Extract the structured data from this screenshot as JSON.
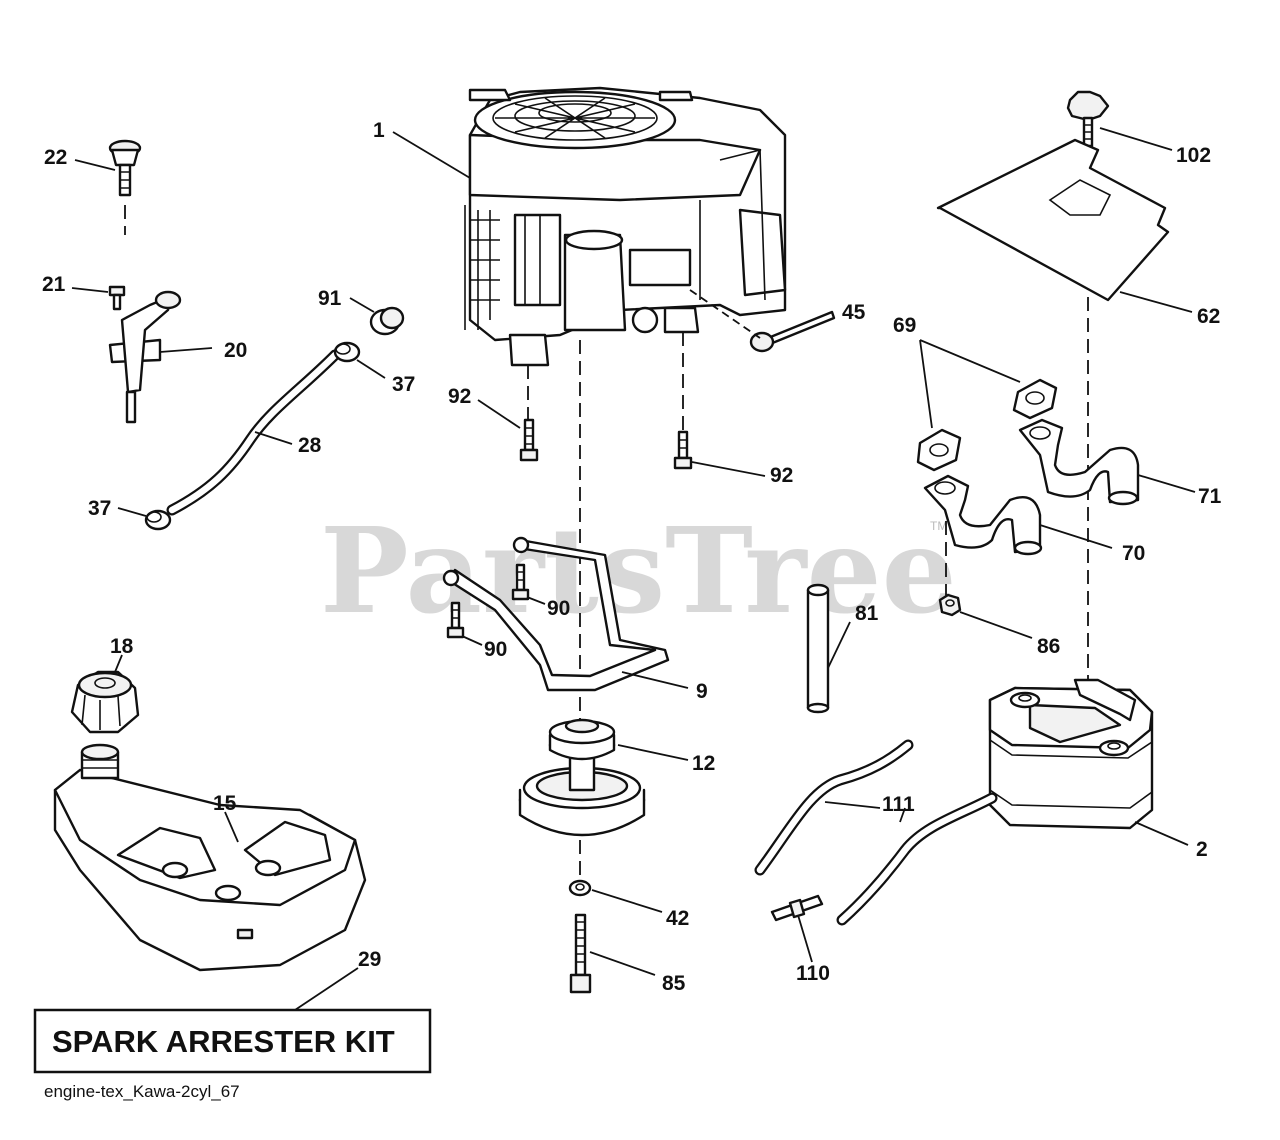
{
  "watermark": "PartsTree",
  "watermark_tm": "TM",
  "kit_label": "SPARK ARRESTER KIT",
  "caption": "engine-tex_Kawa-2cyl_67",
  "callouts": {
    "c1": "1",
    "c2": "2",
    "c9": "9",
    "c12": "12",
    "c15": "15",
    "c18": "18",
    "c20": "20",
    "c21": "21",
    "c22": "22",
    "c28": "28",
    "c29": "29",
    "c37a": "37",
    "c37b": "37",
    "c42": "42",
    "c45": "45",
    "c62": "62",
    "c69": "69",
    "c70": "70",
    "c71": "71",
    "c81": "81",
    "c85": "85",
    "c86": "86",
    "c90a": "90",
    "c90b": "90",
    "c91": "91",
    "c92a": "92",
    "c92b": "92",
    "c102": "102",
    "c110": "110",
    "c111": "111"
  }
}
